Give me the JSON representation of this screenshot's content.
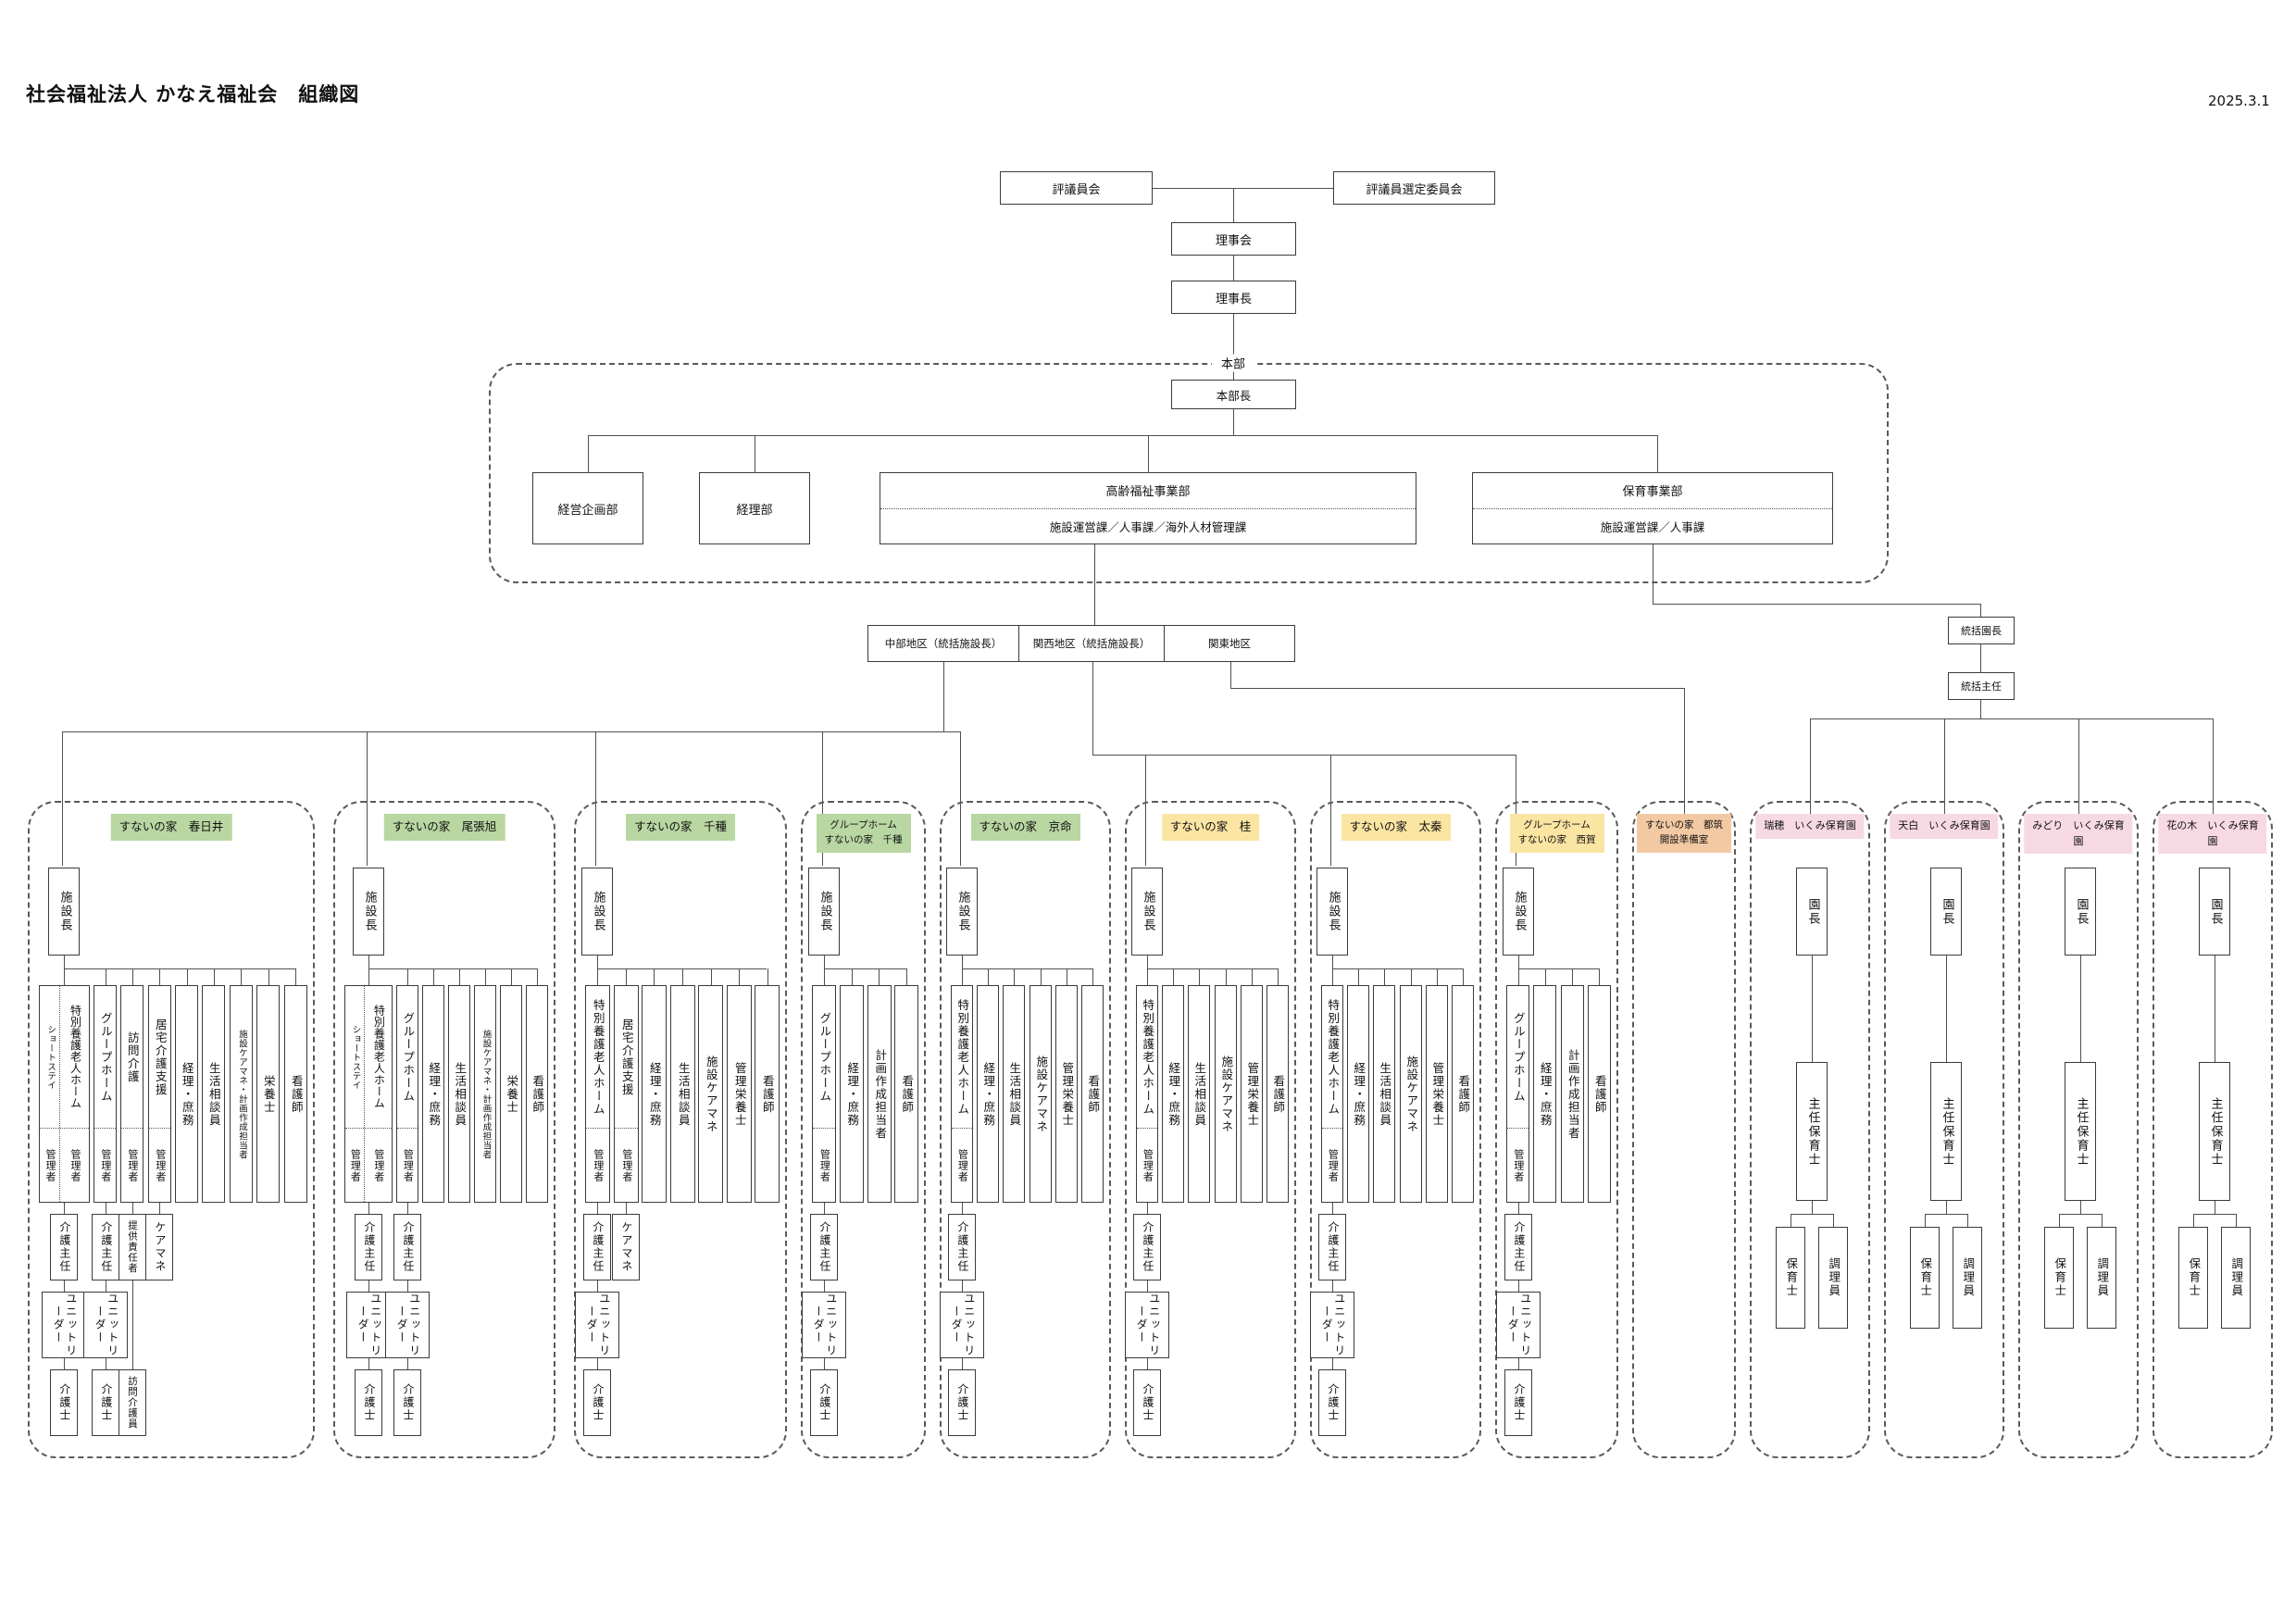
{
  "meta": {
    "title": "社会福祉法人 かなえ福祉会　組織図",
    "date": "2025.3.1"
  },
  "top": {
    "council": "評議員会",
    "selection_committee": "評議員選定委員会",
    "board": "理事会",
    "chairman": "理事長",
    "hq_label": "本部",
    "hq_chief": "本部長",
    "planning_dept": "経営企画部",
    "accounting_dept": "経理部",
    "elder_division": {
      "title": "高齢福祉事業部",
      "sub": "施設運営課／人事課／海外人材管理課"
    },
    "childcare_division": {
      "title": "保育事業部",
      "sub": "施設運営課／人事課"
    },
    "districts": [
      "中部地区（統括施設長）",
      "関西地区（統括施設長）",
      "関東地区"
    ],
    "childcare_supervisor": "統括園長",
    "childcare_chief": "統括主任"
  },
  "labels": {
    "facility_director": "施設長",
    "manager": "管理者"
  },
  "nursery_roles": {
    "director": "園長",
    "chief": "主任保育士",
    "staff": [
      "保育士",
      "調理員"
    ]
  },
  "theme_colors": {
    "green": "#b9d7a2",
    "yellow": "#fbe5a3",
    "tan": "#f2c9a3",
    "pink": "#f7d9e4"
  },
  "facilities": [
    {
      "name": "すないの家　春日井",
      "theme": "green",
      "type": "care",
      "slots": [
        {
          "composite": true,
          "units": 2,
          "left_title": "ショートステイ",
          "right_title": "特別養護老人ホーム",
          "manager": "管理者",
          "chain": [
            "介護主任",
            "ユニットリーダー",
            "介護士"
          ]
        },
        {
          "title": "グループホーム",
          "manager": "管理者",
          "chain": [
            "介護主任",
            "ユニットリーダー",
            "介護士"
          ]
        },
        {
          "title": "訪問介護",
          "manager": "管理者",
          "chain": [
            "提供責任者",
            null,
            "訪問介護員"
          ]
        },
        {
          "title": "居宅介護支援",
          "manager": "管理者",
          "chain": [
            "ケアマネ"
          ]
        },
        {
          "title": "経理・庶務"
        },
        {
          "title": "生活相談員"
        },
        {
          "title": "施設ケアマネ・計画作成担当者",
          "small": true
        },
        {
          "title": "栄養士"
        },
        {
          "title": "看護師"
        }
      ]
    },
    {
      "name": "すないの家　尾張旭",
      "theme": "green",
      "type": "care",
      "slots": [
        {
          "composite": true,
          "units": 2,
          "left_title": "ショートステイ",
          "right_title": "特別養護老人ホーム",
          "manager": "管理者",
          "chain": [
            "介護主任",
            "ユニットリーダー",
            "介護士"
          ]
        },
        {
          "title": "グループホーム",
          "manager": "管理者",
          "chain": [
            "介護主任",
            "ユニットリーダー",
            "介護士"
          ]
        },
        {
          "title": "経理・庶務"
        },
        {
          "title": "生活相談員"
        },
        {
          "title": "施設ケアマネ・計画作成担当者",
          "small": true
        },
        {
          "title": "栄養士"
        },
        {
          "title": "看護師"
        }
      ]
    },
    {
      "name": "すないの家　千種",
      "theme": "green",
      "type": "care",
      "slots": [
        {
          "title": "特別養護老人ホーム",
          "manager": "管理者",
          "chain": [
            "介護主任",
            "ユニットリーダー",
            "介護士"
          ]
        },
        {
          "title": "居宅介護支援",
          "manager": "管理者",
          "chain": [
            "ケアマネ"
          ]
        },
        {
          "title": "経理・庶務"
        },
        {
          "title": "生活相談員"
        },
        {
          "title": "施設ケアマネ"
        },
        {
          "title": "管理栄養士"
        },
        {
          "title": "看護師"
        }
      ]
    },
    {
      "name": "グループホーム",
      "name2": "すないの家　千種",
      "theme": "green",
      "type": "care",
      "slots": [
        {
          "title": "グループホーム",
          "manager": "管理者",
          "chain": [
            "介護主任",
            "ユニットリーダー",
            "介護士"
          ]
        },
        {
          "title": "経理・庶務"
        },
        {
          "title": "計画作成担当者"
        },
        {
          "title": "看護師"
        }
      ]
    },
    {
      "name": "すないの家　京命",
      "theme": "green",
      "type": "care",
      "slots": [
        {
          "title": "特別養護老人ホーム",
          "manager": "管理者",
          "chain": [
            "介護主任",
            "ユニットリーダー",
            "介護士"
          ]
        },
        {
          "title": "経理・庶務"
        },
        {
          "title": "生活相談員"
        },
        {
          "title": "施設ケアマネ"
        },
        {
          "title": "管理栄養士"
        },
        {
          "title": "看護師"
        }
      ]
    },
    {
      "name": "すないの家　桂",
      "theme": "yellow",
      "type": "care",
      "slots": [
        {
          "title": "特別養護老人ホーム",
          "manager": "管理者",
          "chain": [
            "介護主任",
            "ユニットリーダー",
            "介護士"
          ]
        },
        {
          "title": "経理・庶務"
        },
        {
          "title": "生活相談員"
        },
        {
          "title": "施設ケアマネ"
        },
        {
          "title": "管理栄養士"
        },
        {
          "title": "看護師"
        }
      ]
    },
    {
      "name": "すないの家　太秦",
      "theme": "yellow",
      "type": "care",
      "slots": [
        {
          "title": "特別養護老人ホーム",
          "manager": "管理者",
          "chain": [
            "介護主任",
            "ユニットリーダー",
            "介護士"
          ]
        },
        {
          "title": "経理・庶務"
        },
        {
          "title": "生活相談員"
        },
        {
          "title": "施設ケアマネ"
        },
        {
          "title": "管理栄養士"
        },
        {
          "title": "看護師"
        }
      ]
    },
    {
      "name": "グループホーム",
      "name2": "すないの家　西賀",
      "theme": "yellow",
      "type": "care",
      "slots": [
        {
          "title": "グループホーム",
          "manager": "管理者",
          "chain": [
            "介護主任",
            "ユニットリーダー",
            "介護士"
          ]
        },
        {
          "title": "経理・庶務"
        },
        {
          "title": "計画作成担当者"
        },
        {
          "title": "看護師"
        }
      ]
    },
    {
      "name": "すないの家　都筑",
      "name2": "開設準備室",
      "theme": "tan",
      "type": "prep"
    },
    {
      "name": "瑞穂　いくみ保育園",
      "theme": "pink",
      "type": "nursery"
    },
    {
      "name": "天白　いくみ保育園",
      "theme": "pink",
      "type": "nursery"
    },
    {
      "name": "みどり　いくみ保育",
      "name2": "園",
      "theme": "pink",
      "type": "nursery"
    },
    {
      "name": "花の木　いくみ保育",
      "name2": "園",
      "theme": "pink",
      "type": "nursery"
    }
  ]
}
